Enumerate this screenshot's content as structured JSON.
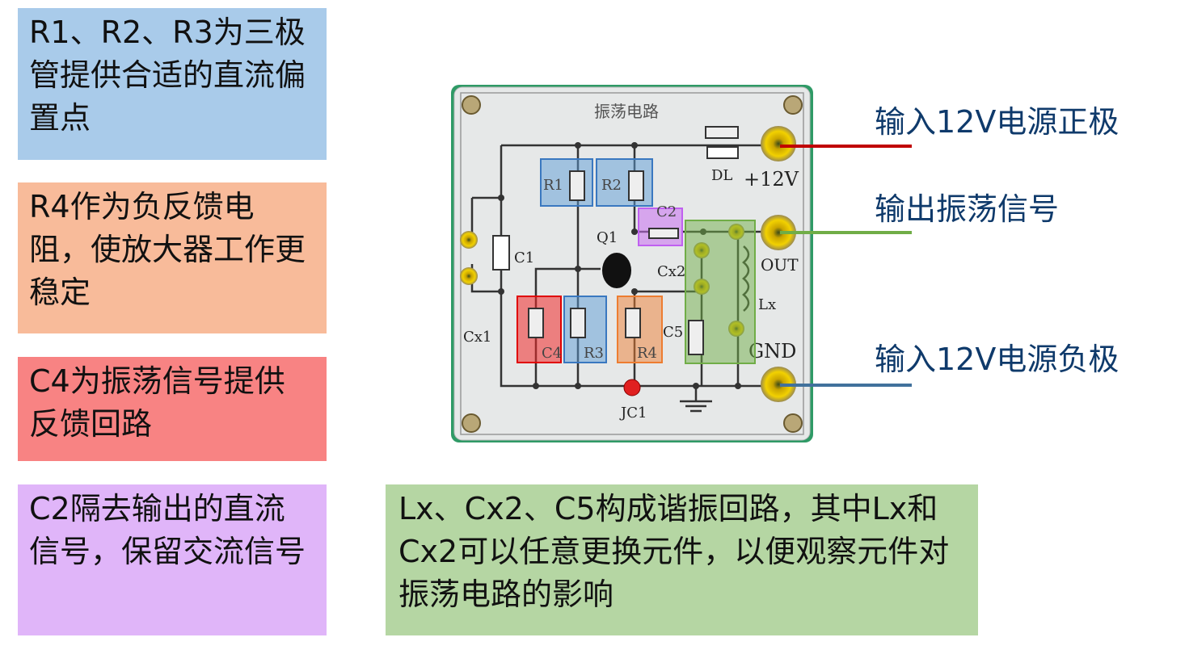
{
  "notes": {
    "bias": "R1、R2、R3为三极管提供合适的直流偏置点",
    "feedback_resistor": "R4作为负反馈电阻，使放大器工作更稳定",
    "feedback_cap": "C4为振荡信号提供反馈回路",
    "coupling_cap": "C2隔去输出的直流信号，保留交流信号",
    "resonant": "Lx、Cx2、C5构成谐振回路，其中Lx和Cx2可以任意更换元件，以便观察元件对振荡电路的影响"
  },
  "labels": {
    "power_pos": "输入12V电源正极",
    "output": "输出振荡信号",
    "power_neg": "输入12V电源负极"
  },
  "board": {
    "title": "振荡电路",
    "r1": "R1",
    "r2": "R2",
    "r3": "R3",
    "r4": "R4",
    "c1": "C1",
    "c2": "C2",
    "c4": "C4",
    "c5": "C5",
    "cx1": "Cx1",
    "cx2": "Cx2",
    "lx": "Lx",
    "q1": "Q1",
    "dl": "DL",
    "v12": "+12V",
    "out": "OUT",
    "gnd": "GND",
    "jc1": "JC1"
  },
  "colors": {
    "label_text": "#0f3a6b",
    "red_line": "#c00000",
    "green_line": "#70ad47",
    "blue_line": "#41719c"
  }
}
